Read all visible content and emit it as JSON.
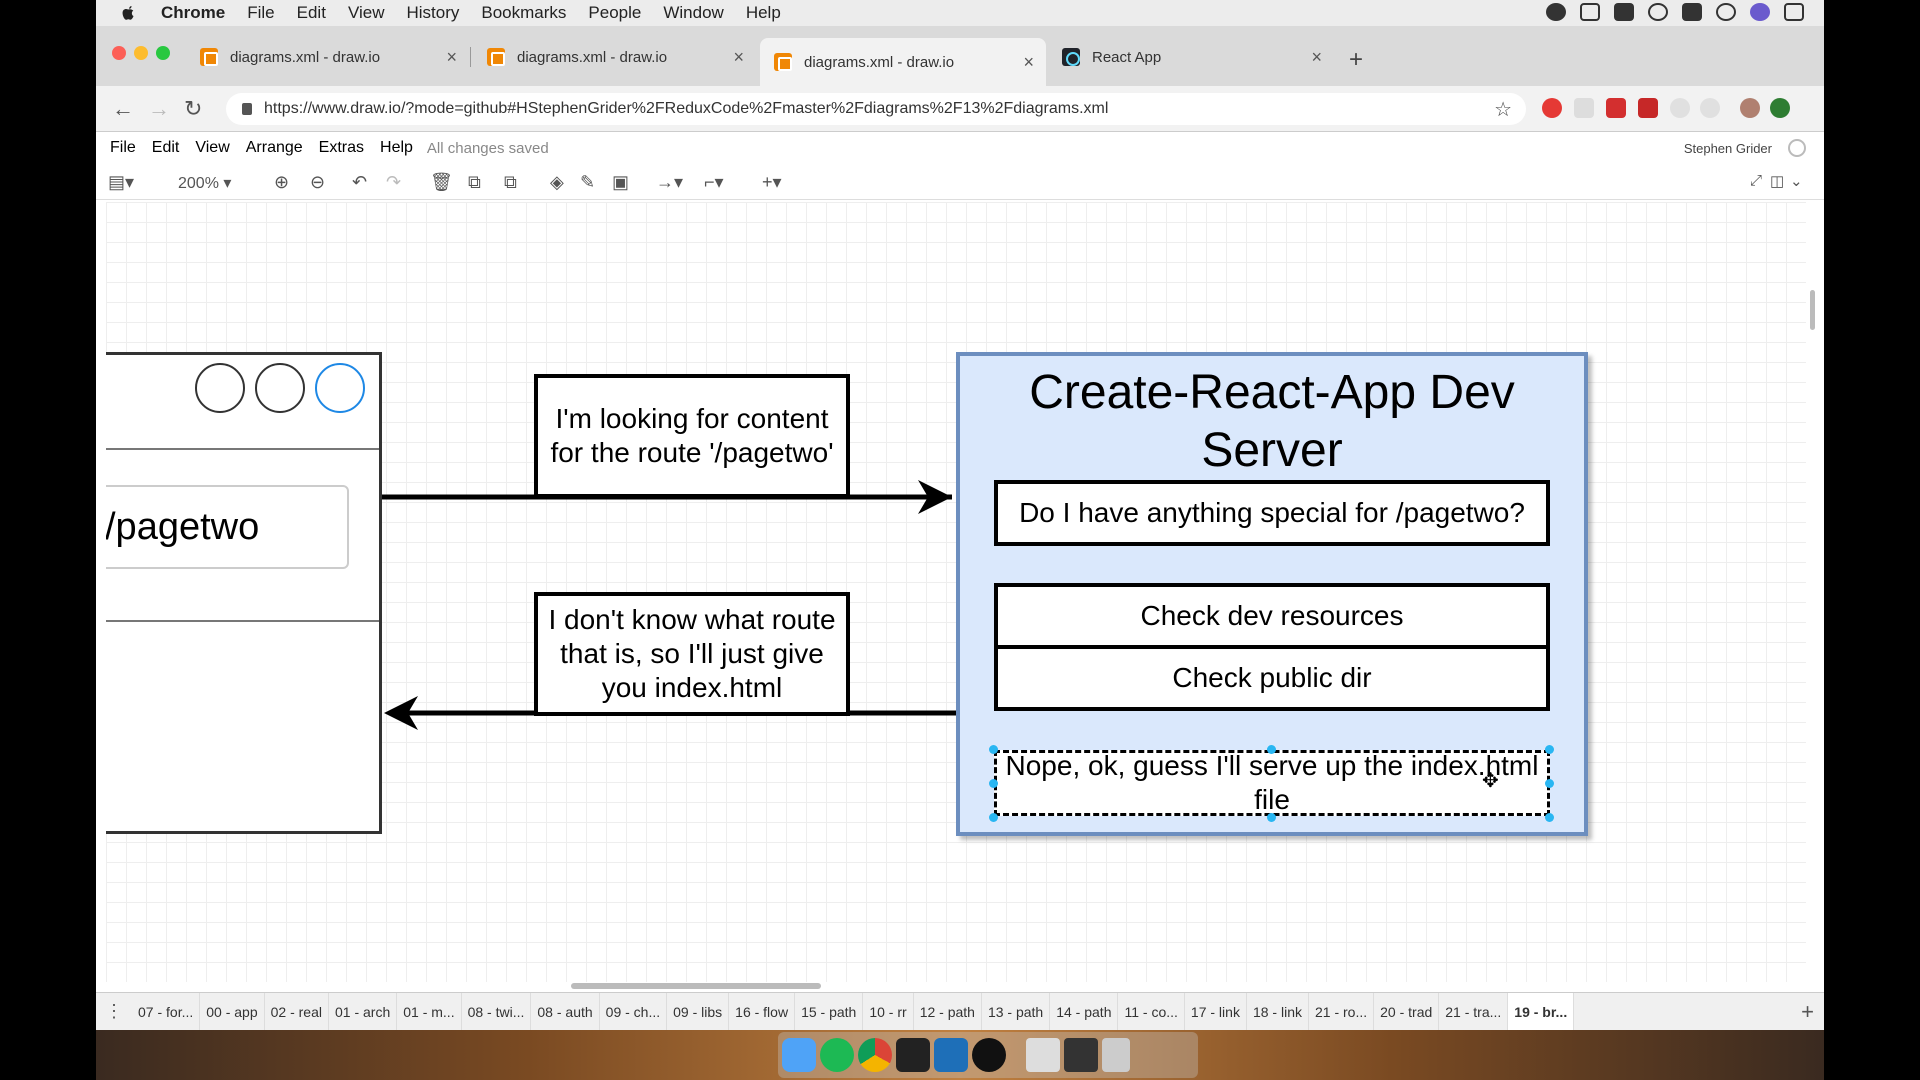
{
  "menubar": {
    "app_name": "Chrome",
    "items": [
      "File",
      "Edit",
      "View",
      "History",
      "Bookmarks",
      "People",
      "Window",
      "Help"
    ]
  },
  "tabs": [
    {
      "title": "diagrams.xml - draw.io",
      "icon": "drawio-icon",
      "active": false
    },
    {
      "title": "diagrams.xml - draw.io",
      "icon": "drawio-icon",
      "active": false
    },
    {
      "title": "diagrams.xml - draw.io",
      "icon": "drawio-icon",
      "active": true
    },
    {
      "title": "React App",
      "icon": "react-icon",
      "active": false
    }
  ],
  "address": {
    "url": "https://www.draw.io/?mode=github#HStephenGrider%2FReduxCode%2Fmaster%2Fdiagrams%2F13%2Fdiagrams.xml"
  },
  "drawio_menu": {
    "items": [
      "File",
      "Edit",
      "View",
      "Arrange",
      "Extras",
      "Help"
    ],
    "status": "All changes saved",
    "user": "Stephen Grider"
  },
  "drawio_toolbar": {
    "zoom": "200%"
  },
  "diagram": {
    "url_text": "/pagetwo",
    "request_label": "I'm looking for content for the route '/pagetwo'",
    "response_label": "I don't know what route that is, so I'll just give you index.html",
    "server_title": "Create-React-App Dev Server",
    "step1": "Do I have anything special for /pagetwo?",
    "step2": "Check dev resources",
    "step3": "Check public dir",
    "step4": "Nope, ok, guess I'll serve up the index.html file"
  },
  "page_tabs": [
    "07 - for...",
    "00 - app",
    "02 - real",
    "01 - arch",
    "01 - m...",
    "08 - twi...",
    "08 - auth",
    "09 - ch...",
    "09 - libs",
    "16 - flow",
    "15 - path",
    "10 - rr",
    "12 - path",
    "13 - path",
    "14 - path",
    "11 - co...",
    "17 - link",
    "18 - link",
    "21 - ro...",
    "20 - trad",
    "21 - tra...",
    "19 - br..."
  ],
  "active_page_tab": "19 - br...",
  "colors": {
    "server_fill": "#dae8fc",
    "server_border": "#6c8ebf",
    "selection": "#29b6f2",
    "drawio_orange": "#f08705"
  }
}
